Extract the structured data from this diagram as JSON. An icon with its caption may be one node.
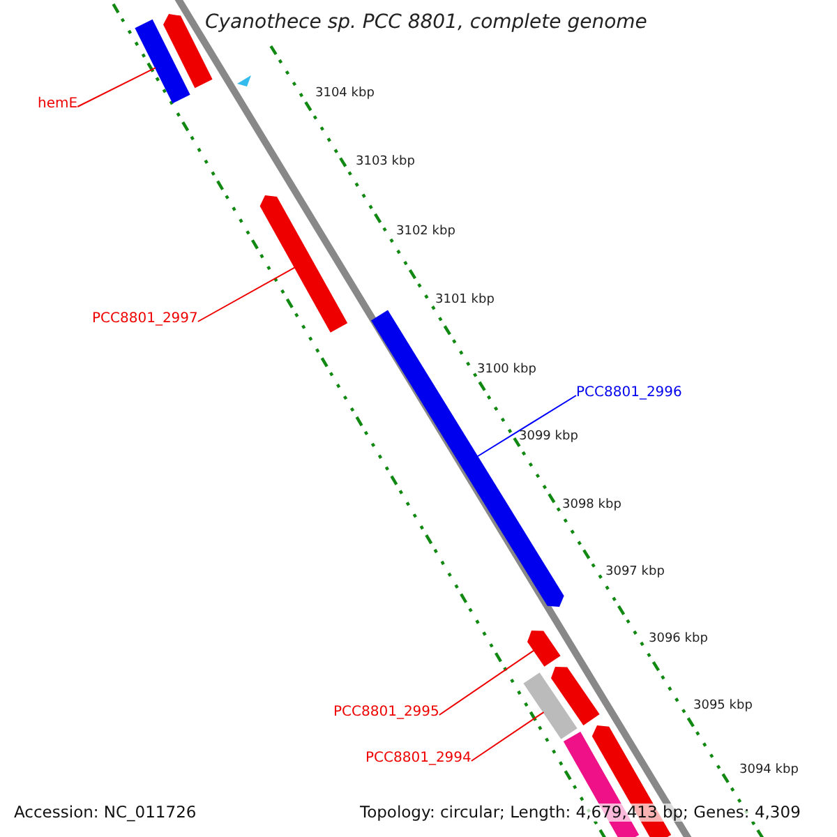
{
  "diagram": {
    "title": "Cyanothece sp. PCC 8801, complete genome",
    "nodes": [
      {
        "text": [
          "hemE"
        ]
      },
      {
        "text": [],
        "shape": "bar"
      },
      {
        "text": [
          "PCC8801_2997"
        ]
      },
      {
        "text": [],
        "shape": "bar"
      },
      {
        "text": [
          "PCC8801_2996"
        ]
      },
      {
        "text": [],
        "shape": "bar"
      },
      {
        "text": [
          "PCC8801_2995"
        ]
      },
      {
        "text": [],
        "shape": "bar"
      },
      {
        "text": [
          "PCC8801_2994"
        ]
      },
      {
        "text": [],
        "shape": "bar"
      },
      {
        "text": [],
        "shape": "bar"
      },
      {
        "text": [],
        "shape": "bar"
      },
      {
        "text": [],
        "shape": "bar"
      },
      {
        "text": [],
        "shape": "bar"
      }
    ],
    "edges": [
      {
        "from": 0,
        "to": 1,
        "arrow": "none"
      },
      {
        "from": 2,
        "to": 3,
        "arrow": "none"
      },
      {
        "from": 4,
        "to": 5,
        "arrow": "none",
        "color": "#0000ff"
      },
      {
        "from": 6,
        "to": 7,
        "arrow": "none"
      },
      {
        "from": 8,
        "to": 9,
        "arrow": "none"
      }
    ],
    "labels": [
      "3104 kbp",
      "3103 kbp",
      "3102 kbp",
      "3101 kbp",
      "3100 kbp",
      "3099 kbp",
      "3098 kbp",
      "3097 kbp",
      "3096 kbp",
      "3095 kbp",
      "3094 kbp",
      "Accession: NC_011726",
      "Topology: circular; Length: 4,679,413 bp; Genes: 4,309"
    ]
  }
}
